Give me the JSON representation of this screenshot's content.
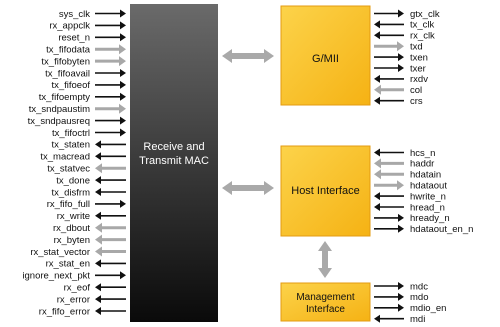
{
  "mac": {
    "label_line1": "Receive and",
    "label_line2": "Transmit MAC"
  },
  "left_signals": [
    {
      "label": "sys_clk",
      "dir": "in"
    },
    {
      "label": "rx_appclk",
      "dir": "in"
    },
    {
      "label": "reset_n",
      "dir": "in"
    },
    {
      "label": "tx_fifodata",
      "dir": "in-bus"
    },
    {
      "label": "tx_fifobyten",
      "dir": "in-bus"
    },
    {
      "label": "tx_fifoavail",
      "dir": "in"
    },
    {
      "label": "tx_fifoeof",
      "dir": "in"
    },
    {
      "label": "tx_fifoempty",
      "dir": "in"
    },
    {
      "label": "tx_sndpaustim",
      "dir": "in-bus"
    },
    {
      "label": "tx_sndpausreq",
      "dir": "in"
    },
    {
      "label": "tx_fifoctrl",
      "dir": "in"
    },
    {
      "label": "tx_staten",
      "dir": "out"
    },
    {
      "label": "tx_macread",
      "dir": "out"
    },
    {
      "label": "tx_statvec",
      "dir": "out-bus"
    },
    {
      "label": "tx_done",
      "dir": "out"
    },
    {
      "label": "tx_disfrm",
      "dir": "out"
    },
    {
      "label": "rx_fifo_full",
      "dir": "in"
    },
    {
      "label": "rx_write",
      "dir": "out"
    },
    {
      "label": "rx_dbout",
      "dir": "out-bus"
    },
    {
      "label": "rx_byten",
      "dir": "out-bus"
    },
    {
      "label": "rx_stat_vector",
      "dir": "out-bus"
    },
    {
      "label": "rx_stat_en",
      "dir": "out"
    },
    {
      "label": "ignore_next_pkt",
      "dir": "in"
    },
    {
      "label": "rx_eof",
      "dir": "out"
    },
    {
      "label": "rx_error",
      "dir": "out"
    },
    {
      "label": "rx_fifo_error",
      "dir": "out"
    }
  ],
  "gmii": {
    "label": "G/MII",
    "signals": [
      {
        "label": "gtx_clk",
        "dir": "out"
      },
      {
        "label": "tx_clk",
        "dir": "in"
      },
      {
        "label": "rx_clk",
        "dir": "in"
      },
      {
        "label": "txd",
        "dir": "out-bus"
      },
      {
        "label": "txen",
        "dir": "out"
      },
      {
        "label": "txer",
        "dir": "out"
      },
      {
        "label": "rxdv",
        "dir": "in"
      },
      {
        "label": "col",
        "dir": "in-bus"
      },
      {
        "label": "crs",
        "dir": "in"
      }
    ]
  },
  "host": {
    "label": "Host Interface",
    "signals": [
      {
        "label": "hcs_n",
        "dir": "in"
      },
      {
        "label": "haddr",
        "dir": "in-bus"
      },
      {
        "label": "hdatain",
        "dir": "in-bus"
      },
      {
        "label": "hdataout",
        "dir": "out-bus"
      },
      {
        "label": "hwrite_n",
        "dir": "in"
      },
      {
        "label": "hread_n",
        "dir": "in"
      },
      {
        "label": "hready_n",
        "dir": "out"
      },
      {
        "label": "hdataout_en_n",
        "dir": "out"
      }
    ]
  },
  "mgmt": {
    "label_line1": "Management",
    "label_line2": "Interface",
    "signals": [
      {
        "label": "mdc",
        "dir": "out"
      },
      {
        "label": "mdo",
        "dir": "out"
      },
      {
        "label": "mdio_en",
        "dir": "out"
      },
      {
        "label": "mdi",
        "dir": "in"
      }
    ]
  },
  "colors": {
    "block_fill": "#f9c31e",
    "block_edge": "#e39b12",
    "arrow_dark": "#111111",
    "arrow_bus": "#a8a8a8",
    "connector": "#a9a9a9",
    "mac_top": "#6a6a6a",
    "mac_bottom": "#0a0a0a"
  }
}
